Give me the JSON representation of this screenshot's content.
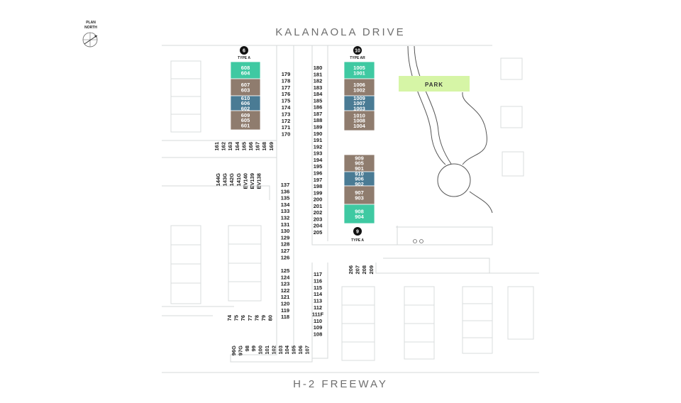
{
  "north_label": [
    "PLAN",
    "NORTH"
  ],
  "roads": {
    "top": "KALANAOLA DRIVE",
    "bottom": "H-2 FREEWAY"
  },
  "park_label": "PARK",
  "colors": {
    "green": "#3fc9a2",
    "brown": "#8f7c6e",
    "blue": "#4a7b94",
    "park": "#d6f5a6",
    "line": "#d5d8da",
    "ghost": "#e8eaeb"
  },
  "buildings": [
    {
      "number": "6",
      "type": "TYPE A",
      "units": [
        {
          "labels": [
            "608",
            "604"
          ],
          "color": "green"
        },
        {
          "labels": [
            "607",
            "603"
          ],
          "color": "brown"
        },
        {
          "labels": [
            "610",
            "606",
            "602"
          ],
          "color": "blue"
        },
        {
          "labels": [
            "609",
            "605",
            "601"
          ],
          "color": "brown"
        }
      ]
    },
    {
      "number": "10",
      "type": "TYPE AR",
      "units": [
        {
          "labels": [
            "1005",
            "1001"
          ],
          "color": "green"
        },
        {
          "labels": [
            "1006",
            "1002"
          ],
          "color": "brown"
        },
        {
          "labels": [
            "1009",
            "1007",
            "1003"
          ],
          "color": "blue"
        },
        {
          "labels": [
            "1010",
            "1008",
            "1004"
          ],
          "color": "brown"
        }
      ]
    },
    {
      "number": "9",
      "type": "TYPE A",
      "units": [
        {
          "labels": [
            "909",
            "905",
            "901"
          ],
          "color": "brown"
        },
        {
          "labels": [
            "910",
            "906",
            "902"
          ],
          "color": "blue"
        },
        {
          "labels": [
            "907",
            "903"
          ],
          "color": "brown"
        },
        {
          "labels": [
            "908",
            "904"
          ],
          "color": "green"
        }
      ]
    }
  ],
  "parking": {
    "col_179_170": [
      "179",
      "178",
      "177",
      "176",
      "175",
      "174",
      "173",
      "172",
      "171",
      "170"
    ],
    "row_161_169": [
      "161",
      "162",
      "163",
      "164",
      "165",
      "166",
      "167",
      "168",
      "169"
    ],
    "row_144g": [
      "144G",
      "143G",
      "142G",
      "141G",
      "EV140",
      "EV139",
      "EV138"
    ],
    "col_137_126": [
      "137",
      "136",
      "135",
      "134",
      "133",
      "132",
      "131",
      "130",
      "129",
      "128",
      "127",
      "126"
    ],
    "col_125_118": [
      "125",
      "124",
      "123",
      "122",
      "121",
      "120",
      "119",
      "118"
    ],
    "row_74_80": [
      "74",
      "75",
      "76",
      "77",
      "78",
      "79",
      "80"
    ],
    "row_96g_107": [
      "96G",
      "97G",
      "98",
      "99",
      "100",
      "101",
      "102",
      "103",
      "104",
      "105",
      "106",
      "107"
    ],
    "col_180_205": [
      "180",
      "181",
      "182",
      "183",
      "184",
      "185",
      "186",
      "187",
      "188",
      "189",
      "190",
      "191",
      "192",
      "193",
      "194",
      "195",
      "196",
      "197",
      "198",
      "199",
      "200",
      "201",
      "202",
      "203",
      "204",
      "205"
    ],
    "col_117_108": [
      "117",
      "116",
      "115",
      "114",
      "113",
      "112",
      "111F",
      "110",
      "109",
      "108"
    ],
    "row_206_209": [
      "206",
      "207",
      "208",
      "209"
    ]
  }
}
